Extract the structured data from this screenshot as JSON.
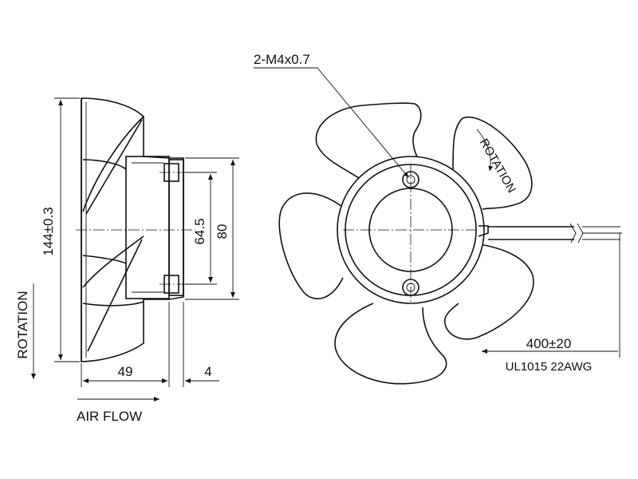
{
  "labels": {
    "screw": "2-M4x0.7",
    "rotation_front": "ROTATION",
    "rotation_side": "ROTATION",
    "height": "144±0.3",
    "hole_pitch": "64.5",
    "mount_height": "80",
    "depth": "49",
    "flange": "4",
    "cable_length": "400±20",
    "cable_spec": "UL1015 22AWG",
    "airflow": "AIR FLOW"
  },
  "colors": {
    "line": "#111111",
    "background": "#ffffff"
  }
}
